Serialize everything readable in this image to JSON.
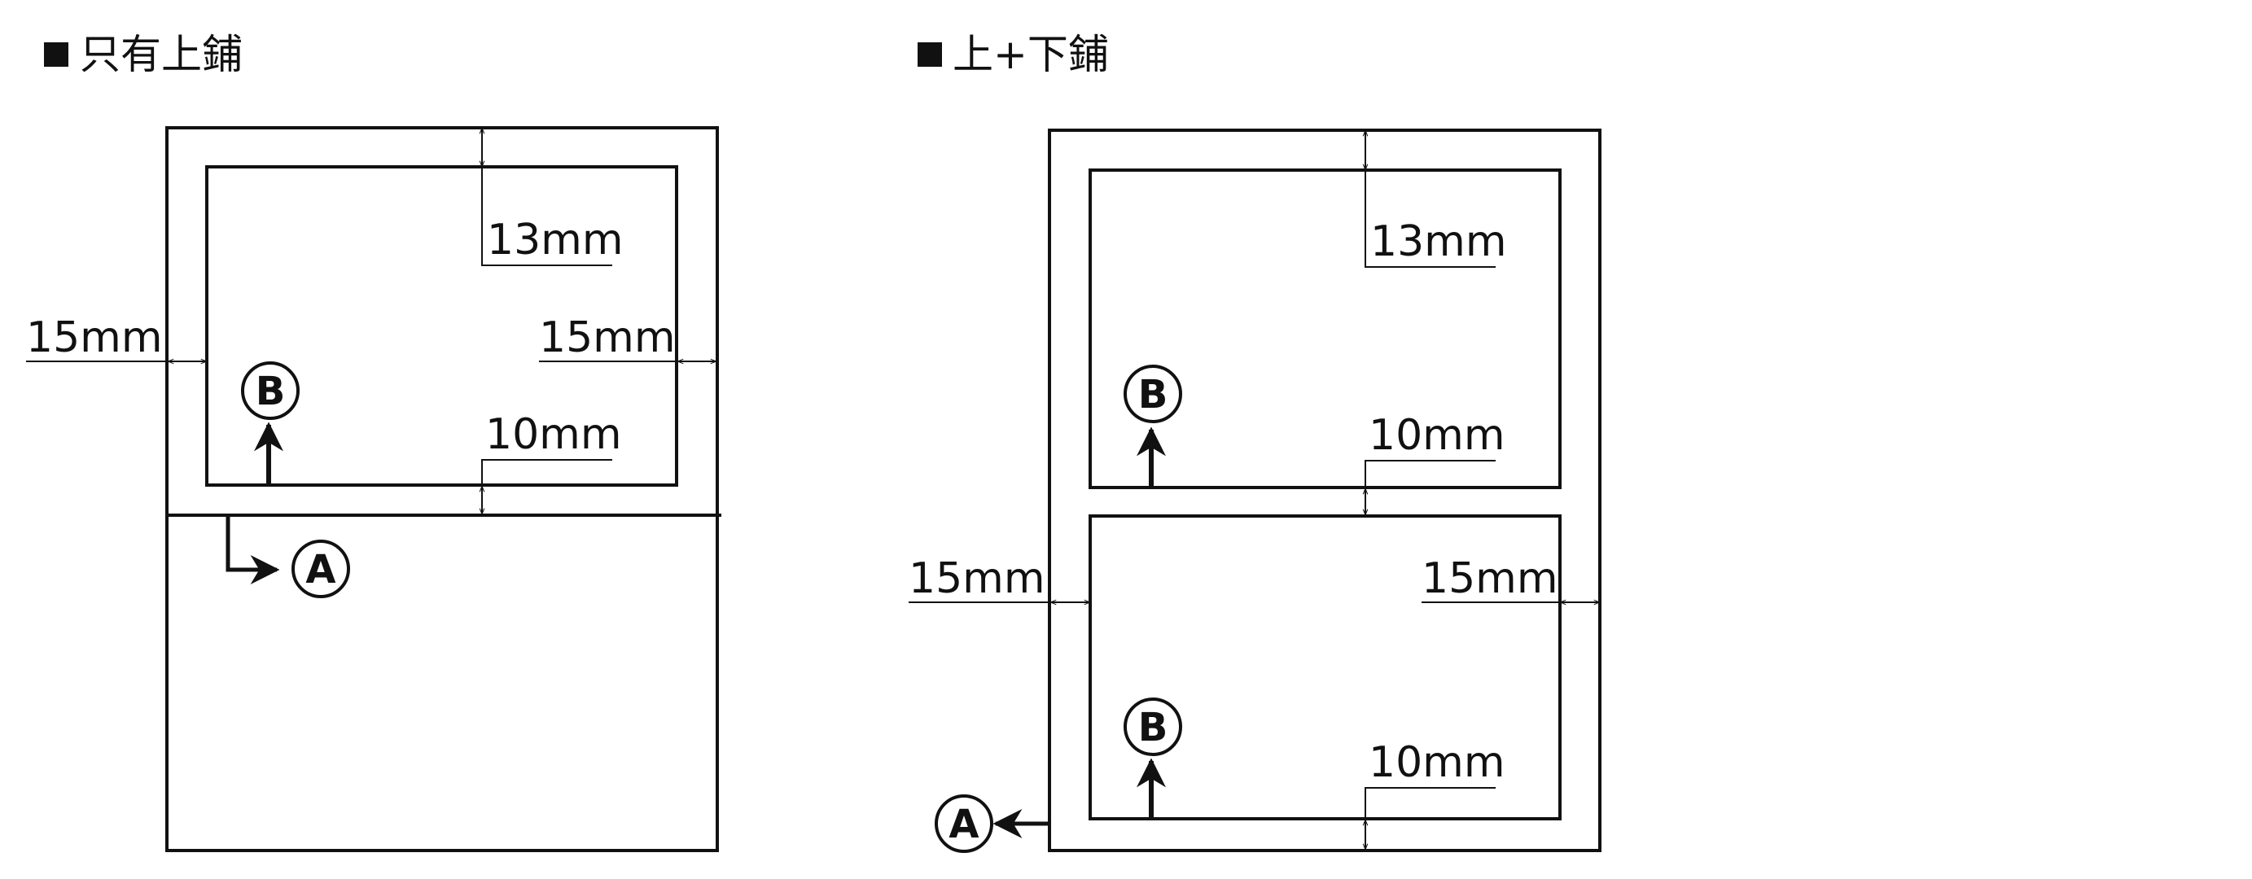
{
  "diagram_left": {
    "heading": "只有上鋪",
    "top_margin": "13mm",
    "left_margin": "15mm",
    "right_margin": "15mm",
    "bottom_margin": "10mm",
    "marker_a": "A",
    "marker_b": "B"
  },
  "diagram_right": {
    "heading": "上+下鋪",
    "upper_top_margin": "13mm",
    "upper_bottom_margin": "10mm",
    "left_margin": "15mm",
    "right_margin": "15mm",
    "lower_bottom_margin": "10mm",
    "marker_a": "A",
    "marker_b_upper": "B",
    "marker_b_lower": "B"
  },
  "colors": {
    "ink": "#111111",
    "background": "#ffffff"
  }
}
